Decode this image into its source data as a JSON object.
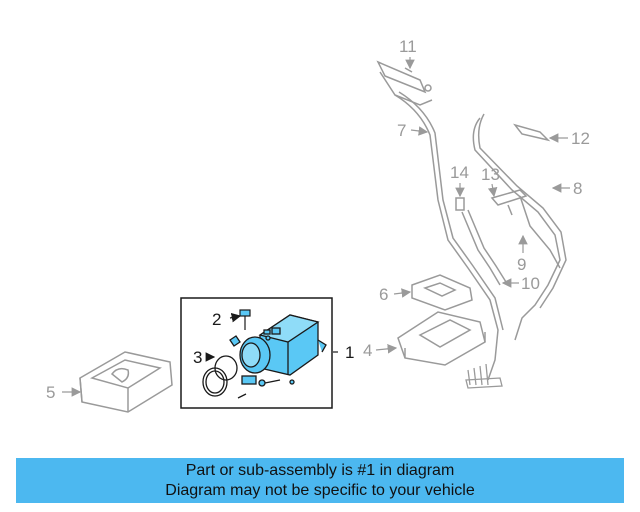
{
  "colors": {
    "highlight": "#4cb8f0",
    "part_fill": "#5ac8f5",
    "line": "#9a9a9a",
    "line_dark": "#1a1a1a"
  },
  "callouts": {
    "c1": "1",
    "c2": "2",
    "c3": "3",
    "c4": "4",
    "c5": "5",
    "c6": "6",
    "c7": "7",
    "c8": "8",
    "c9": "9",
    "c10": "10",
    "c11": "11",
    "c12": "12",
    "c13": "13",
    "c14": "14"
  },
  "banner": {
    "line1": "Part or sub-assembly is #1 in diagram",
    "line2": "Diagram may not be specific to your vehicle"
  }
}
